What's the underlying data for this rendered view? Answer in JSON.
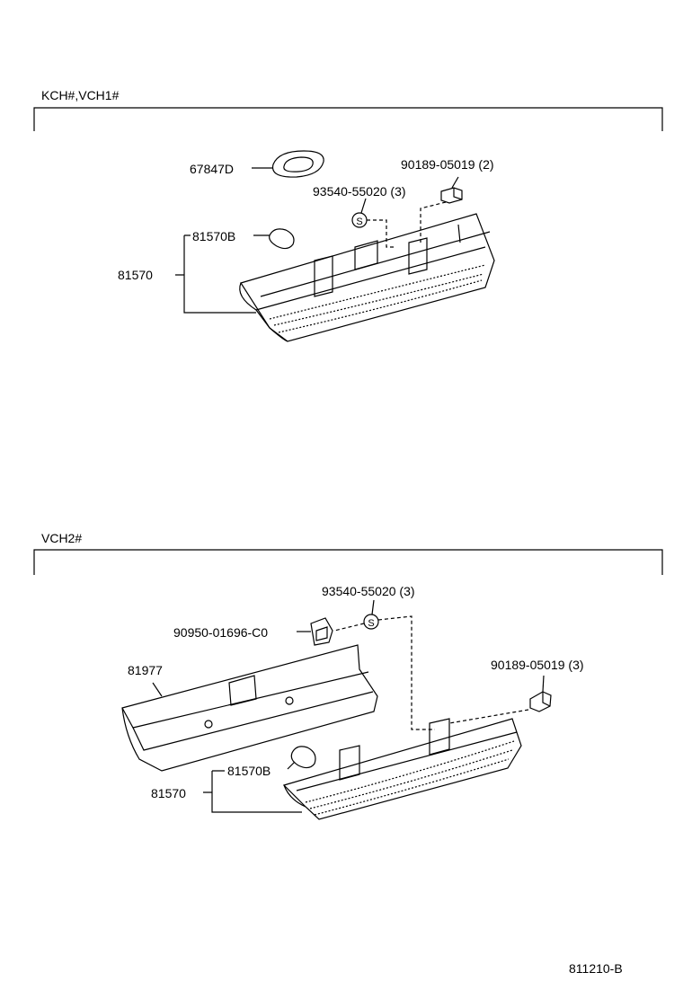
{
  "section1": {
    "title": "KCH#,VCH1#",
    "labels": {
      "grommet": "67847D",
      "screw_a": "90189-05019 (2)",
      "sealer_a": "93540-55020 (3)",
      "bulb_a": "81570B",
      "lamp_a": "81570"
    },
    "sealer_symbol": "S"
  },
  "section2": {
    "title": "VCH2#",
    "labels": {
      "sealer_b": "93540-55020 (3)",
      "clip": "90950-01696-C0",
      "cover": "81977",
      "screw_b": "90189-05019 (3)",
      "bulb_b": "81570B",
      "lamp_b": "81570"
    },
    "sealer_symbol": "S"
  },
  "footer": {
    "code": "811210-B"
  }
}
